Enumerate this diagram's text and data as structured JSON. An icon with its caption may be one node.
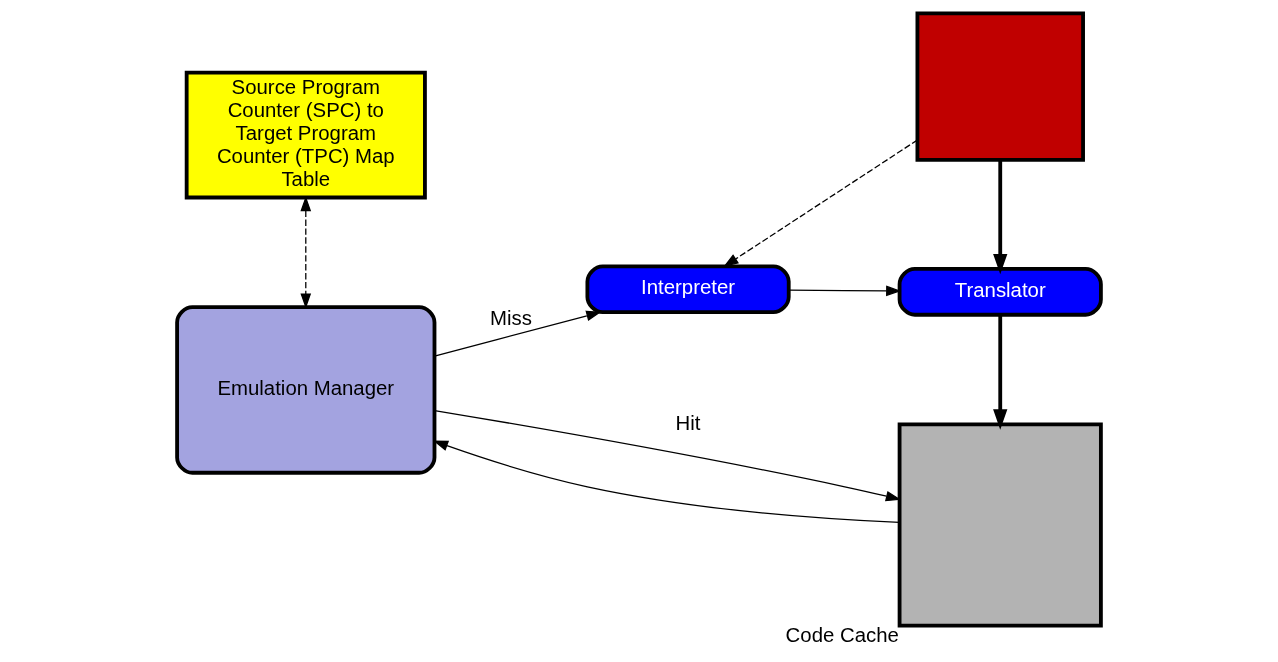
{
  "diagram": {
    "nodes": [
      {
        "text": [
          "Source Program Counter (SPC) to Target Program Counter (TPC) Map Table"
        ]
      },
      {
        "text": [
          "Emulation Manager"
        ]
      },
      {
        "text": [
          "Interpreter"
        ]
      },
      {
        "text": [
          "Translator"
        ]
      },
      {
        "text": [],
        "shape": "box"
      },
      {
        "text": [],
        "shape": "box",
        "beside": [
          "Code Cache"
        ]
      }
    ],
    "edges": [
      {
        "from": 0,
        "to": 1,
        "arrow": "both",
        "style": "dashed"
      },
      {
        "from": 1,
        "to": 2,
        "arrow": "to",
        "label": "Miss"
      },
      {
        "from": 1,
        "to": 5,
        "arrow": "to",
        "label": "Hit"
      },
      {
        "from": 5,
        "to": 1,
        "arrow": "to"
      },
      {
        "from": 4,
        "to": 2,
        "arrow": "to",
        "style": "dashed"
      },
      {
        "from": 2,
        "to": 3,
        "arrow": "to"
      },
      {
        "from": 4,
        "to": 3,
        "arrow": "to",
        "style": "thick"
      },
      {
        "from": 3,
        "to": 5,
        "arrow": "to",
        "style": "thick"
      }
    ]
  }
}
